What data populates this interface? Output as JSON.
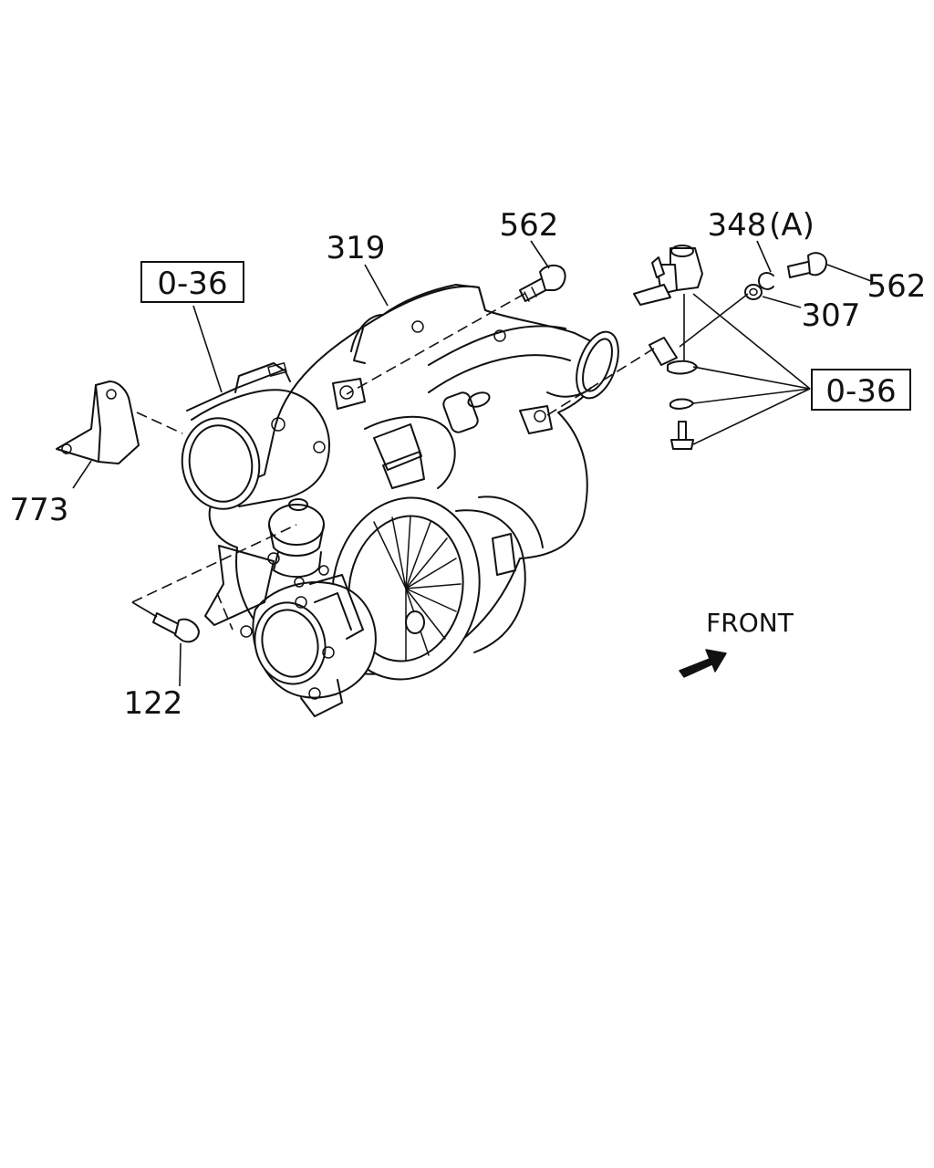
{
  "callouts": {
    "p319": "319",
    "p562_top": "562",
    "p348": "348",
    "p348_suffix": "(A)",
    "p562_right": "562",
    "p307": "307",
    "p773": "773",
    "p122": "122",
    "ref_left": "0-36",
    "ref_right": "0-36"
  },
  "orientation": {
    "label": "FRONT",
    "arrow_icon": "front-arrow-icon"
  }
}
